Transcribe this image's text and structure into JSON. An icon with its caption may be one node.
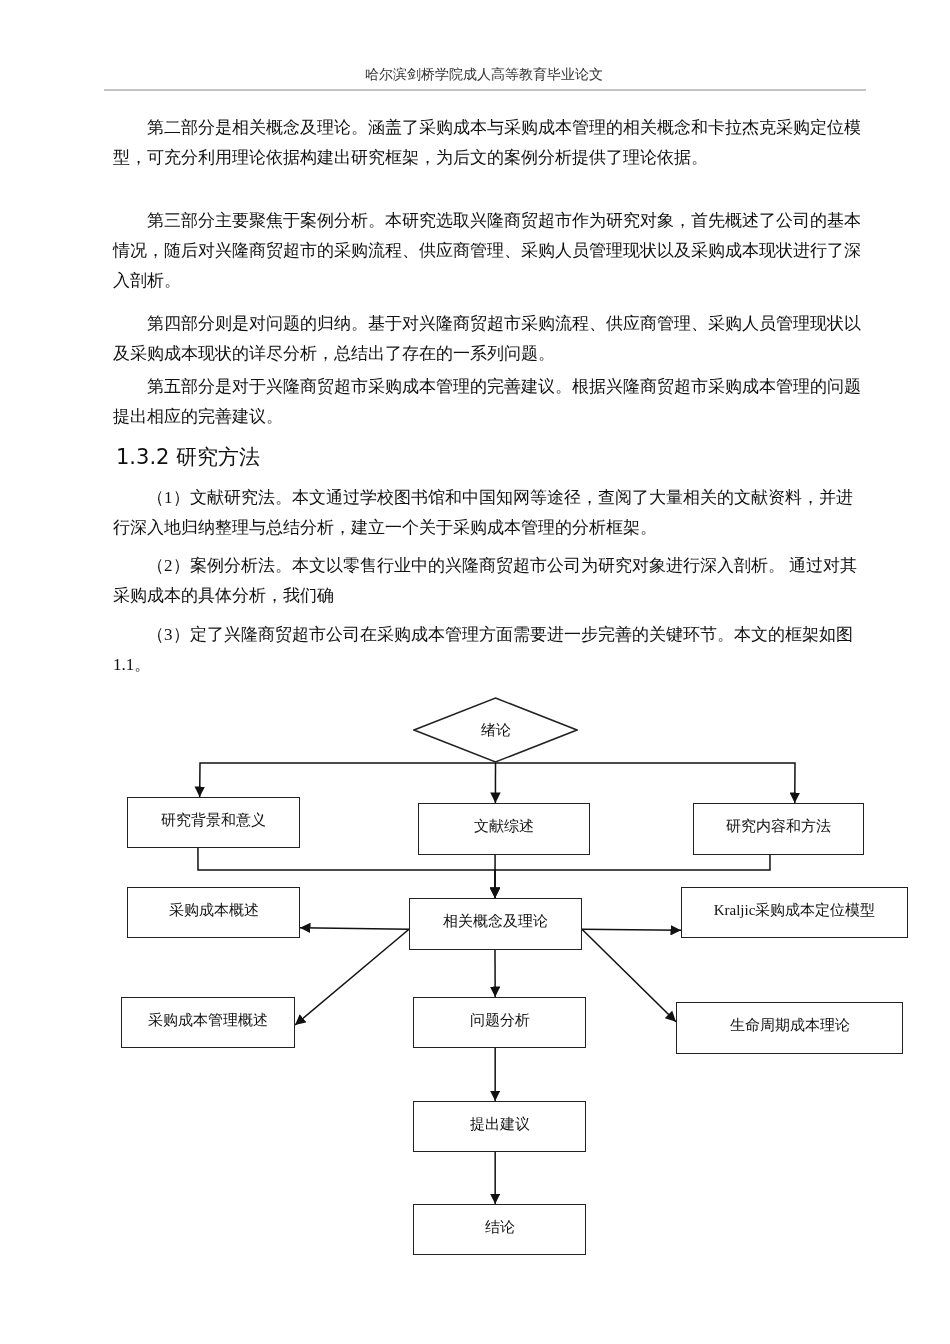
{
  "diagram": {
    "nodes": [
      {
        "text": [
          "绪论"
        ]
      },
      {
        "text": [
          "研究背景和意义"
        ]
      },
      {
        "text": [
          "文献综述"
        ]
      },
      {
        "text": [
          "研究内容和方法"
        ]
      },
      {
        "text": [
          "采购成本概述"
        ]
      },
      {
        "text": [
          "相关概念及理论"
        ]
      },
      {
        "text": [
          "Kraljic采购成本定位模型"
        ]
      },
      {
        "text": [
          "采购成本管理概述"
        ]
      },
      {
        "text": [
          "问题分析"
        ]
      },
      {
        "text": [
          "生命周期成本理论"
        ]
      },
      {
        "text": [
          "提出建议"
        ]
      },
      {
        "text": [
          "结论"
        ]
      }
    ],
    "edges": [
      {
        "from": 0,
        "to": 1,
        "arrow": "to"
      },
      {
        "from": 0,
        "to": 2,
        "arrow": "to"
      },
      {
        "from": 0,
        "to": 3,
        "arrow": "to"
      },
      {
        "from": 1,
        "to": 5,
        "arrow": "to"
      },
      {
        "from": 2,
        "to": 5,
        "arrow": "to"
      },
      {
        "from": 3,
        "to": 5,
        "arrow": "to"
      },
      {
        "from": 5,
        "to": 4,
        "arrow": "to"
      },
      {
        "from": 5,
        "to": 7,
        "arrow": "to"
      },
      {
        "from": 5,
        "to": 6,
        "arrow": "to"
      },
      {
        "from": 5,
        "to": 9,
        "arrow": "to"
      },
      {
        "from": 5,
        "to": 8,
        "arrow": "to"
      },
      {
        "from": 8,
        "to": 10,
        "arrow": "to"
      },
      {
        "from": 10,
        "to": 11,
        "arrow": "to"
      }
    ],
    "labels": [
      "哈尔滨剑桥学院成人高等教育毕业论文",
      "第二部分是相关概念及理论。涵盖了采购成本与采购成本管理的相关概念和卡拉杰克采购定位模型，可充分利用理论依据构建出研究框架，为后文的案例分析提供了理论依据。",
      "第三部分主要聚焦于案例分析。本研究选取兴隆商贸超市作为研究对象，首先概述了公司的基本情况，随后对兴隆商贸超市的采购流程、供应商管理、采购人员管理现状以及采购成本现状进行了深入剖析。",
      "第四部分则是对问题的归纳。基于对兴隆商贸超市采购流程、供应商管理、采购人员管理现状以及采购成本现状的详尽分析，总结出了存在的一系列问题。",
      "第五部分是对于兴隆商贸超市采购成本管理的完善建议。根据兴隆商贸超市采购成本管理的问题提出相应的完善建议。",
      "1.3.2 研究方法",
      "（1）文献研究法。本文通过学校图书馆和中国知网等途径，查阅了大量相关的文献资料，并进行深入地归纳整理与总结分析，建立一个关于采购成本管理的分析框架。",
      "（2）案例分析法。本文以零售行业中的兴隆商贸超市公司为研究对象进行深入剖析。 通过对其采购成本的具体分析，我们确",
      "（3）定了兴隆商贸超市公司在采购成本管理方面需要进一步完善的关键环节。本文的框架如图 1.1。"
    ]
  }
}
